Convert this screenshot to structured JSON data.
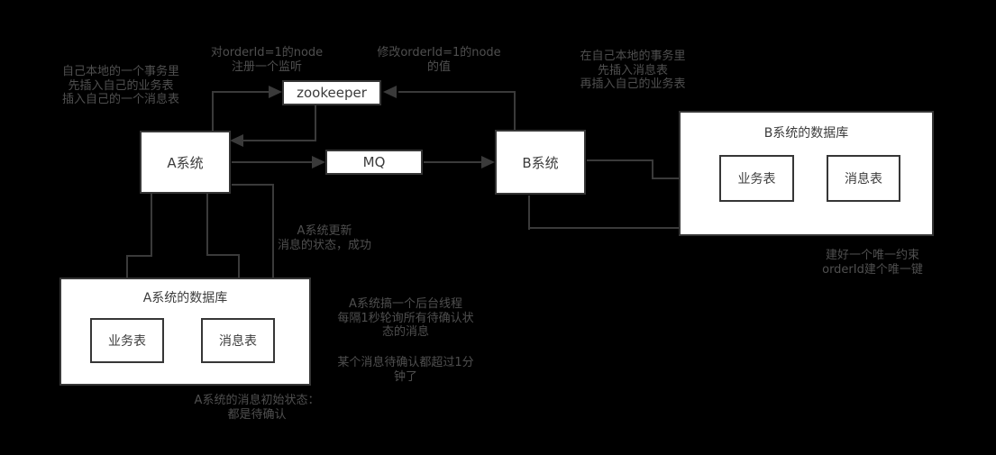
{
  "colors": {
    "background": "#000000",
    "line": "#3a3a3a",
    "node-border": "#363636",
    "node-fill": "#ffffff",
    "node-text": "#3c3c3c",
    "annotation-text": "#4f4f4f"
  },
  "nodes": {
    "zookeeper": {
      "label": "zookeeper"
    },
    "system_a": {
      "label": "A系统"
    },
    "mq": {
      "label": "MQ"
    },
    "system_b": {
      "label": "B系统"
    },
    "db_a": {
      "title": "A系统的数据库",
      "business_table": "业务表",
      "message_table": "消息表"
    },
    "db_b": {
      "title": "B系统的数据库",
      "business_table": "业务表",
      "message_table": "消息表"
    }
  },
  "annotations": {
    "a_local_tx": "自己本地的一个事务里\n先插入自己的业务表\n插入自己的一个消息表",
    "zk_register_watch": "对orderId=1的node\n注册一个监听",
    "zk_modify_node": "修改orderId=1的node\n的值",
    "b_local_tx": "在自己本地的事务里\n先插入消息表\n再插入自己的业务表",
    "a_update_status": "A系统更新\n消息的状态，成功",
    "a_background_thread": "A系统搞一个后台线程\n每隔1秒轮询所有待确认状\n态的消息",
    "a_timeout": "某个消息待确认都超过1分\n钟了",
    "a_initial_state": "A系统的消息初始状态：\n都是待确认",
    "b_unique_key": "建好一个唯一约束\norderId建个唯一键"
  }
}
